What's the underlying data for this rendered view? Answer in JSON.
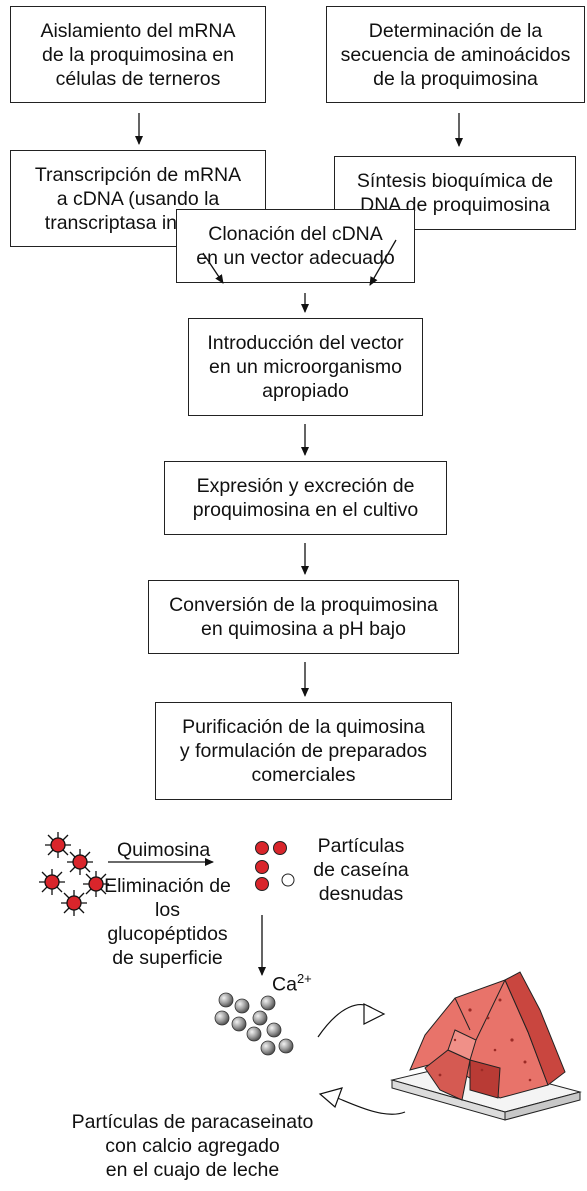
{
  "flow": {
    "box1": "Aislamiento del mRNA\nde la proquimosina en\ncélulas de terneros",
    "box2": "Determinación de la\nsecuencia de aminoácidos\nde la proquimosina",
    "box3": "Transcripción de mRNA\na cDNA (usando la\ntranscriptasa inversa)",
    "box4": "Síntesis bioquímica de\nDNA de proquimosina",
    "box5": "Clonación del cDNA\nen un vector adecuado",
    "box6": "Introducción del vector\nen un microorganismo\napropiado",
    "box7": "Expresión y excreción de\nproquimosina en el cultivo",
    "box8": "Conversión de la proquimosina\nen quimosina a pH bajo",
    "box9": "Purificación de la quimosina\ny formulación de preparados\ncomerciales"
  },
  "reaction": {
    "enzyme": "Quimosina",
    "removal": "Eliminación de\nlos glucopéptidos\nde superficie",
    "particles": "Partículas\nde caseína\ndesnudas",
    "calcium_base": "Ca",
    "calcium_sup": "2+",
    "aggregate": "Partículas de paracaseinato\ncon calcio agregado\nen el cuajo de leche"
  },
  "colors": {
    "red": "#d9252b",
    "cheese": "#e8736a",
    "grey": "#9a9a9a"
  }
}
